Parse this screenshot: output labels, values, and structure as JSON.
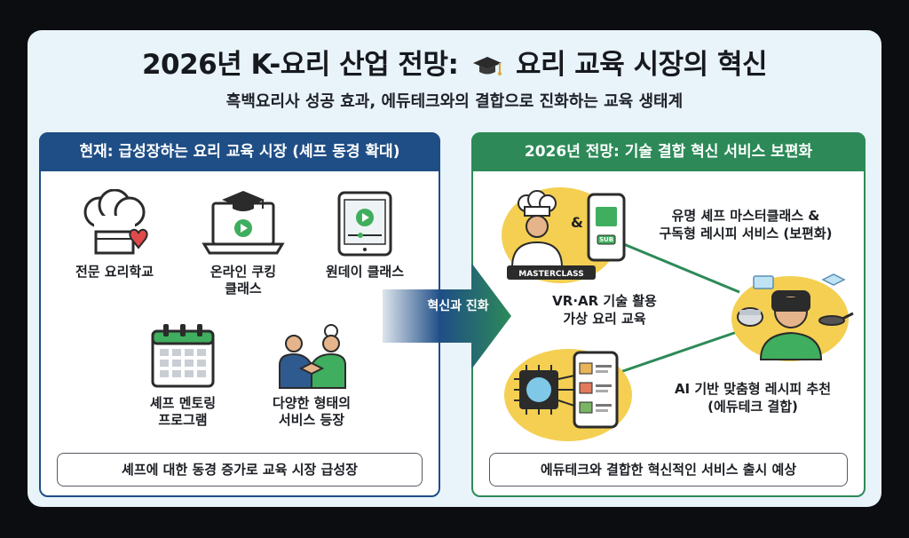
{
  "title": "2026년 K-요리 산업 전망: 🎓 요리 교육 시장의 혁신",
  "title_before_icon": "2026년 K-요리 산업 전망:",
  "title_after_icon": "요리 교육 시장의 혁신",
  "subtitle": "흑백요리사 성공 효과, 에듀테크와의 결합으로 진화하는 교육 생태계",
  "left_panel": {
    "header": "현재: 급성장하는 요리 교육 시장 (셰프 동경 확대)",
    "items": [
      {
        "label": "전문 요리학교",
        "icon": "chef-hat-heart-icon"
      },
      {
        "label": "온라인 쿠킹\n클래스",
        "icon": "laptop-graduation-icon"
      },
      {
        "label": "원데이 클래스",
        "icon": "tablet-video-icon"
      },
      {
        "label": "셰프 멘토링\n프로그램",
        "icon": "calendar-icon"
      },
      {
        "label": "다양한 형태의\n서비스 등장",
        "icon": "handshake-chef-icon"
      }
    ],
    "banner": "셰프에 대한 동경 증가로 교육 시장 급성장"
  },
  "arrow_label": "혁신과 진화",
  "right_panel": {
    "header": "2026년 전망: 기술 결합 혁신 서비스 보편화",
    "masterclass_badge": "MASTERCLASS",
    "sub_badge": "SUB",
    "ampersand": "&",
    "items": [
      {
        "label": "유명 셰프 마스터클래스 &\n구독형 레시피 서비스 (보편화)",
        "icon": "chef-masterclass-icon"
      },
      {
        "label": "VR·AR 기술 활용\n가상 요리 교육",
        "icon": "vr-headset-icon"
      },
      {
        "label": "AI 기반 맞춤형 레시피 추천\n(에듀테크 결합)",
        "icon": "ai-brain-icon"
      }
    ],
    "banner": "에듀테크와 결합한 혁신적인 서비스 출시 예상"
  },
  "colors": {
    "left_accent": "#1f4e86",
    "right_accent": "#2d8a58",
    "icon_circle": "#f4cf52",
    "heart": "#e04a4a"
  }
}
